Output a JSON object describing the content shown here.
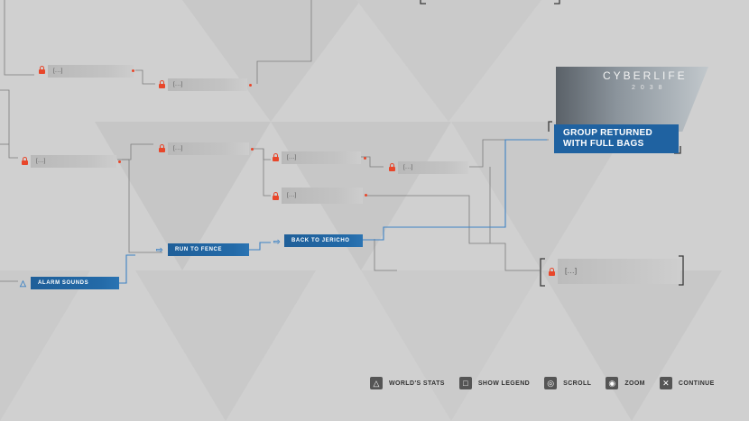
{
  "colors": {
    "accent_blue": "#1f62a1",
    "locked_red": "#e8462a",
    "background": "#d0d0d0",
    "line": "#7a7a7a"
  },
  "nodes": {
    "locked_1": "[...]",
    "locked_2": "[...]",
    "locked_3": "[...]",
    "locked_4": "[...]",
    "locked_5": "[...]",
    "locked_6": "[...]",
    "locked_7": "[...]",
    "run_to_fence": "RUN TO FENCE",
    "back_to_jericho": "BACK TO JERICHO",
    "alarm_sounds": "ALARM SOUNDS",
    "locked_ending": "[...]"
  },
  "ending": {
    "title_line1": "GROUP RETURNED",
    "title_line2": "WITH FULL BAGS",
    "thumbnail_logo": "CYBERLIFE",
    "thumbnail_year": "2038"
  },
  "controls": [
    {
      "icon": "triangle-icon",
      "glyph": "△",
      "label": "WORLD'S STATS"
    },
    {
      "icon": "square-icon",
      "glyph": "□",
      "label": "SHOW LEGEND"
    },
    {
      "icon": "scroll-stick-icon",
      "glyph": "◎",
      "label": "SCROLL"
    },
    {
      "icon": "zoom-stick-icon",
      "glyph": "◉",
      "label": "ZOOM"
    },
    {
      "icon": "cross-icon",
      "glyph": "✕",
      "label": "CONTINUE"
    }
  ]
}
